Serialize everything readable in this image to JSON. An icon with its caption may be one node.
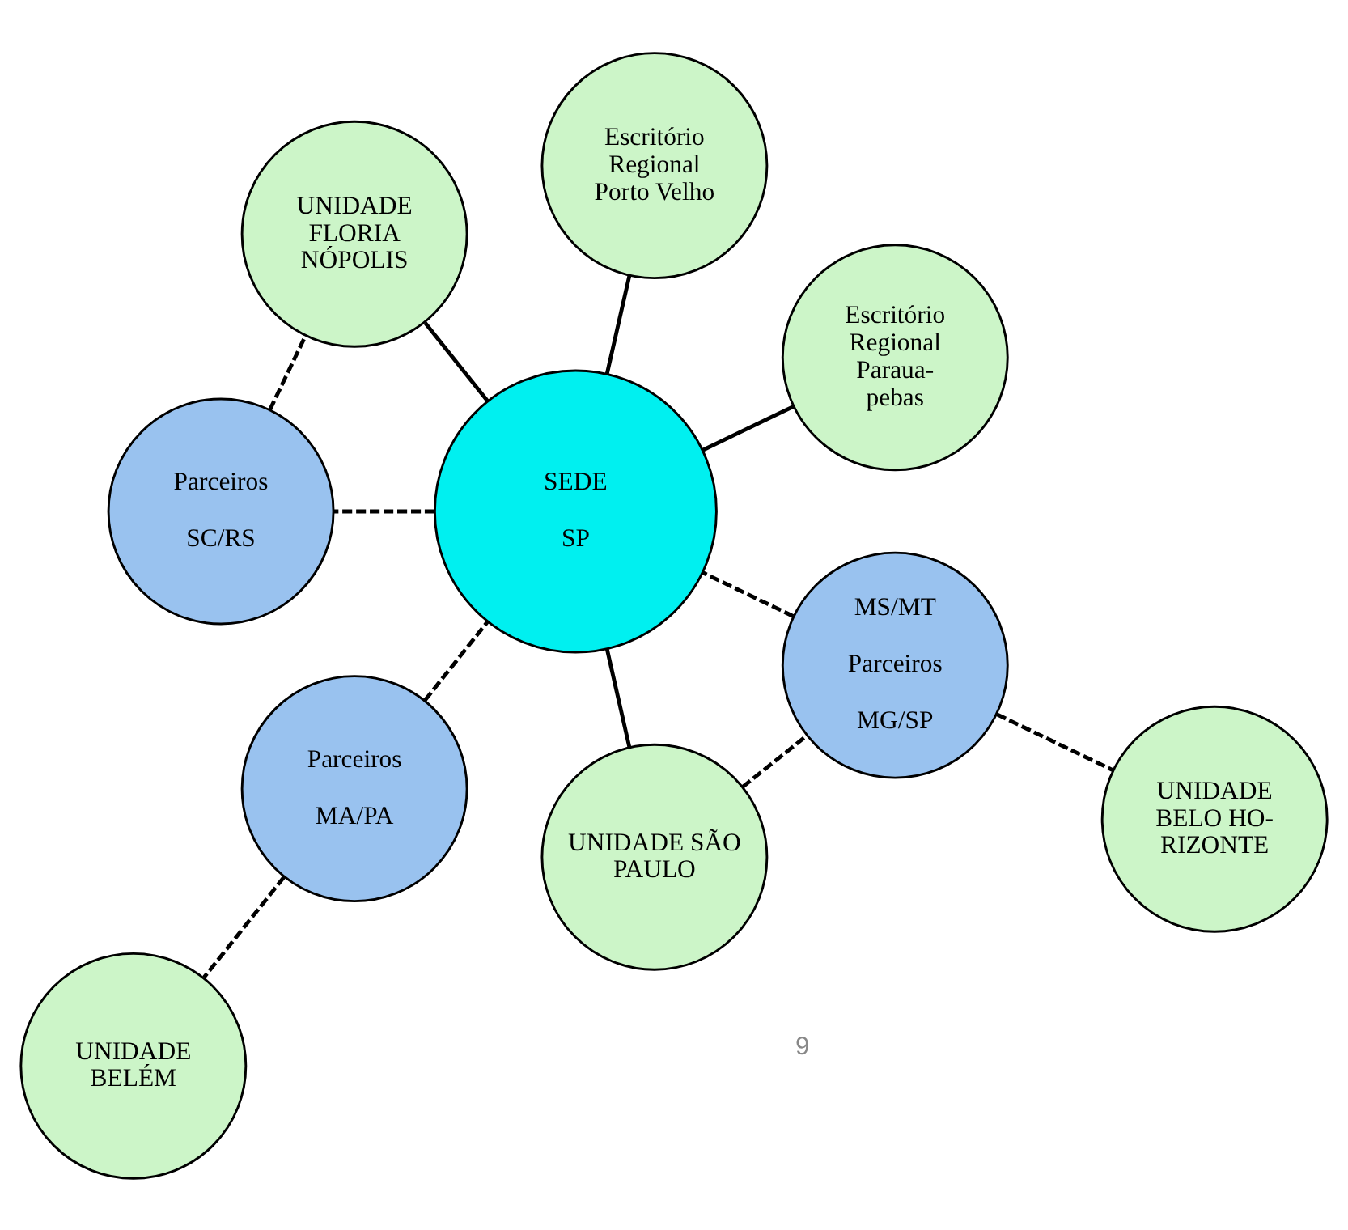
{
  "diagram": {
    "nodes": [
      {
        "text": [
          "SEDE",
          "SP"
        ]
      },
      {
        "text": [
          "Parceiros",
          "MA/PA"
        ]
      },
      {
        "text": [
          "UNIDADE BELÉM"
        ]
      },
      {
        "text": [
          "Escritório Regional Paraua- pebas"
        ]
      },
      {
        "text": [
          "UNIDADE SÃO PAULO"
        ]
      },
      {
        "text": [
          "Escritório Regional Porto Velho"
        ]
      },
      {
        "text": [
          "MS/MT",
          "Parceiros",
          "MG/SP"
        ]
      },
      {
        "text": [
          "UNIDADE FLORIA NÓPOLIS"
        ]
      },
      {
        "text": [
          "UNIDADE BELO HO- RIZONTE"
        ]
      },
      {
        "text": [
          "Parceiros",
          "SC/RS"
        ]
      }
    ],
    "edges": [
      {
        "from": 1,
        "to": 2,
        "arrow": "none",
        "style": "dashed"
      },
      {
        "from": 1,
        "to": 0,
        "arrow": "none",
        "style": "dashed"
      },
      {
        "from": 0,
        "to": 3,
        "arrow": "none"
      },
      {
        "from": 4,
        "to": 0,
        "arrow": "none"
      },
      {
        "from": 0,
        "to": 5,
        "arrow": "none"
      },
      {
        "from": 4,
        "to": 6,
        "arrow": "none",
        "style": "dashed"
      },
      {
        "from": 6,
        "to": 0,
        "arrow": "none",
        "style": "dashed"
      },
      {
        "from": 0,
        "to": 7,
        "arrow": "none"
      },
      {
        "from": 6,
        "to": 8,
        "arrow": "none",
        "style": "dashed"
      },
      {
        "from": 0,
        "to": 9,
        "arrow": "none",
        "style": "dashed"
      },
      {
        "from": 9,
        "to": 7,
        "arrow": "none",
        "style": "dashed"
      }
    ],
    "labels": [
      "9"
    ]
  }
}
